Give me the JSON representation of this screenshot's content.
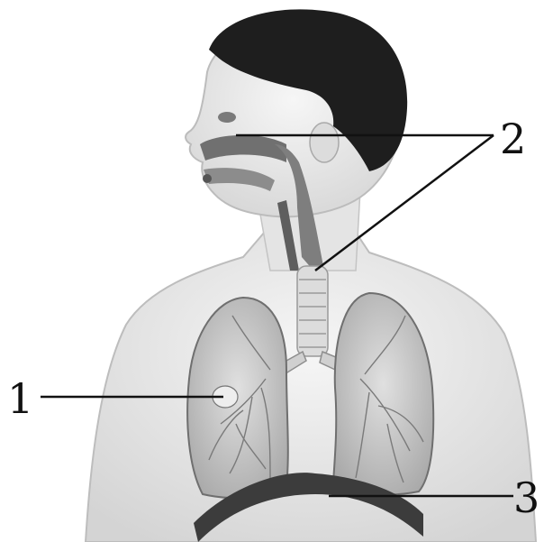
{
  "figure": {
    "labels": [
      "1",
      "2",
      "3"
    ]
  },
  "colors": {
    "hair": "#1e1e1e",
    "skin": "#ececec",
    "skin_shade": "#d6d6d6",
    "lung": "#cfcfcf",
    "lung_texture": "#8a8a8a",
    "airway": "#9a9a9a",
    "diaphragm": "#3c3c3c",
    "line": "#111111"
  }
}
